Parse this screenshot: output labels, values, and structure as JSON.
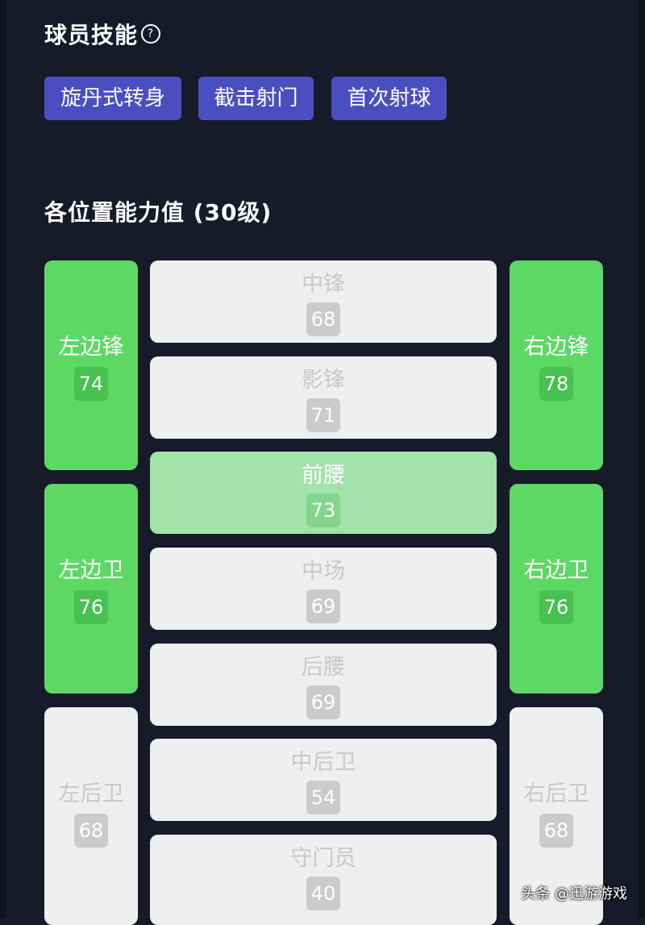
{
  "skills": {
    "title": "球员技能",
    "help_icon": "?",
    "items": [
      "旋丹式转身",
      "截击射门",
      "首次射球"
    ],
    "chip_color": "#4a4fbf"
  },
  "positions": {
    "title": "各位置能力值 (30级)",
    "colors": {
      "high": "#5dd865",
      "selected": "#a3e2ab",
      "low": "#efefef"
    },
    "left": [
      {
        "label": "左边锋",
        "value": "74",
        "state": "high"
      },
      {
        "label": "左边卫",
        "value": "76",
        "state": "high"
      },
      {
        "label": "左后卫",
        "value": "68",
        "state": "low"
      }
    ],
    "center": [
      {
        "label": "中锋",
        "value": "68",
        "state": "low"
      },
      {
        "label": "影锋",
        "value": "71",
        "state": "low"
      },
      {
        "label": "前腰",
        "value": "73",
        "state": "selected"
      },
      {
        "label": "中场",
        "value": "69",
        "state": "low"
      },
      {
        "label": "后腰",
        "value": "69",
        "state": "low"
      },
      {
        "label": "中后卫",
        "value": "54",
        "state": "low"
      },
      {
        "label": "守门员",
        "value": "40",
        "state": "low"
      }
    ],
    "right": [
      {
        "label": "右边锋",
        "value": "78",
        "state": "high"
      },
      {
        "label": "右边卫",
        "value": "76",
        "state": "high"
      },
      {
        "label": "右后卫",
        "value": "68",
        "state": "low"
      }
    ]
  },
  "watermark": "头条 @迅游游戏"
}
